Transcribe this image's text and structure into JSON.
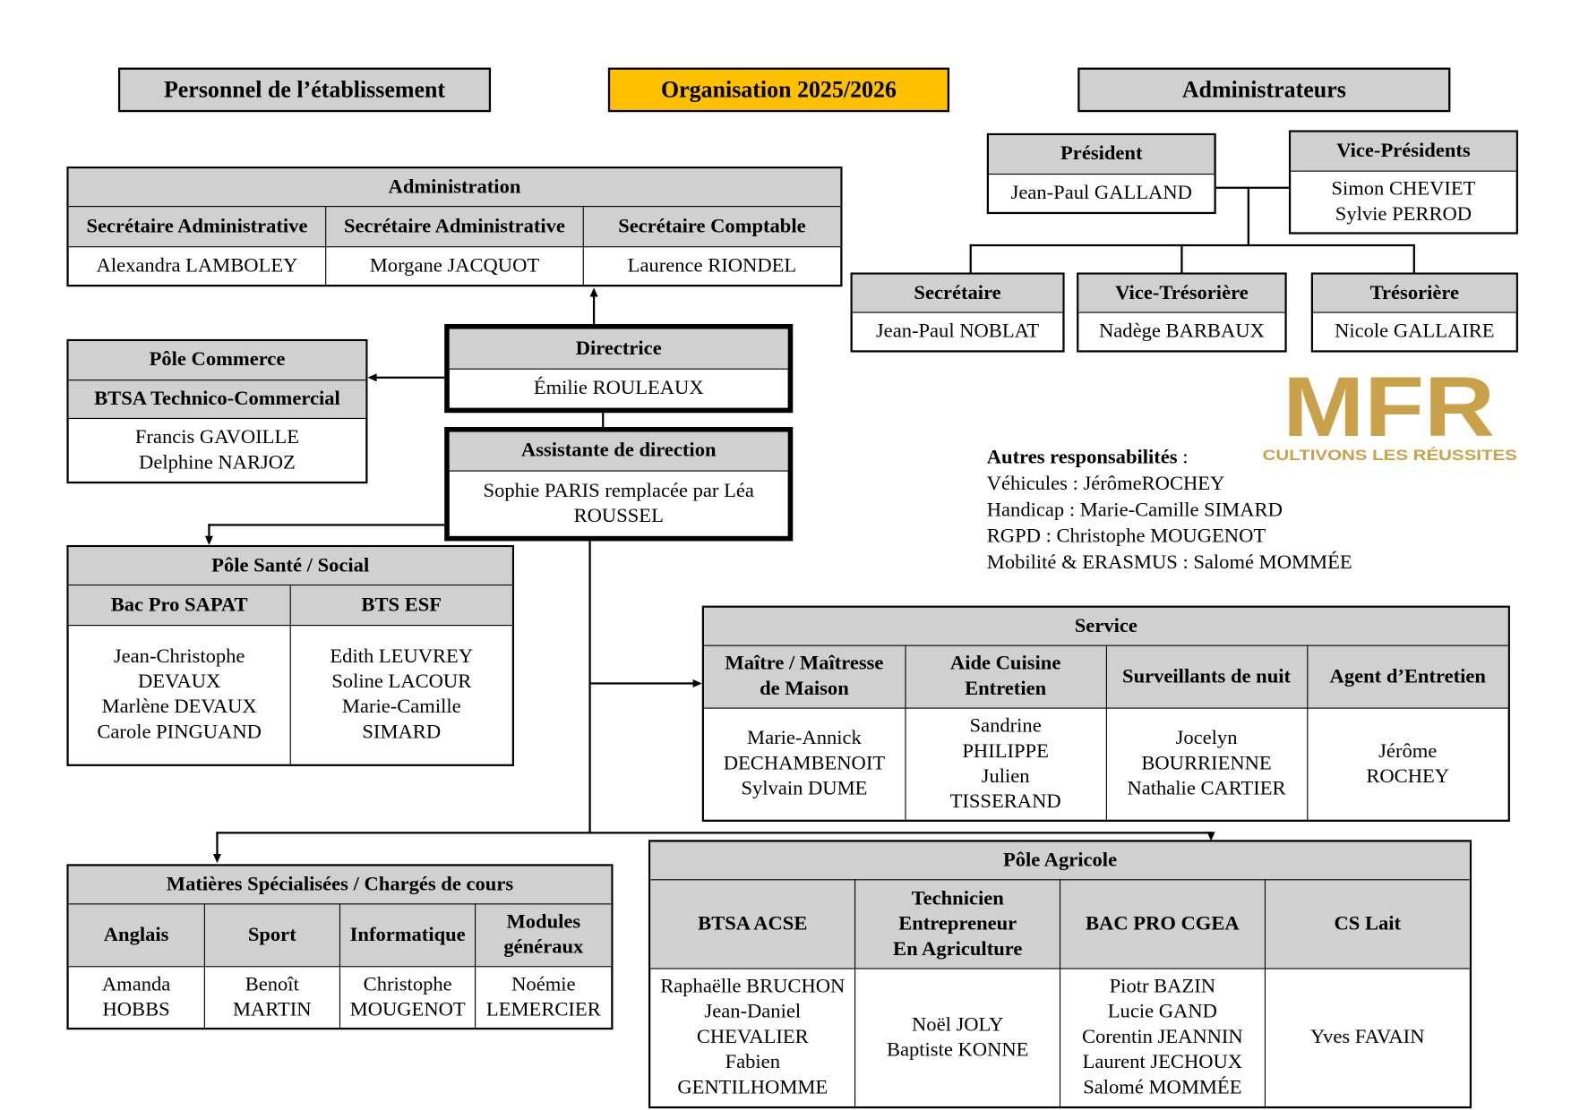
{
  "headers": {
    "personnel": "Personnel de l’établissement",
    "organisation": "Organisation 2025/2026",
    "administrateurs": "Administrateurs"
  },
  "colors": {
    "header_grey": "#d0d0d0",
    "organisation_yellow": "#ffc000",
    "logo_gold": "#c9a14a"
  },
  "board": {
    "president": {
      "title": "Président",
      "names": "Jean-Paul GALLAND"
    },
    "vice_presidents": {
      "title": "Vice-Présidents",
      "names": [
        "Simon CHEVIET",
        "Sylvie PERROD"
      ]
    },
    "secretaire": {
      "title": "Secrétaire",
      "names": "Jean-Paul NOBLAT"
    },
    "vice_tresoriere": {
      "title": "Vice-Trésorière",
      "names": "Nadège BARBAUX"
    },
    "tresoriere": {
      "title": "Trésorière",
      "names": "Nicole GALLAIRE"
    }
  },
  "administration": {
    "title": "Administration",
    "roles": [
      {
        "title": "Secrétaire Administrative",
        "name": "Alexandra LAMBOLEY"
      },
      {
        "title": "Secrétaire Administrative",
        "name": "Morgane JACQUOT"
      },
      {
        "title": "Secrétaire Comptable",
        "name": "Laurence RIONDEL"
      }
    ]
  },
  "directrice": {
    "title": "Directrice",
    "name": "Émilie ROULEAUX"
  },
  "assistante": {
    "title": "Assistante de direction",
    "name": "Sophie PARIS remplacée par Léa ROUSSEL"
  },
  "pole_commerce": {
    "title": "Pôle Commerce",
    "program": "BTSA Technico-Commercial",
    "names": [
      "Francis GAVOILLE",
      "Delphine NARJOZ"
    ]
  },
  "pole_sante": {
    "title": "Pôle Santé / Social",
    "columns": [
      {
        "title": "Bac Pro SAPAT",
        "names": [
          "Jean-Christophe DEVAUX",
          "Marlène DEVAUX",
          "Carole PINGUAND"
        ]
      },
      {
        "title": "BTS ESF",
        "names": [
          "Edith LEUVREY",
          "Soline LACOUR",
          "Marie-Camille",
          "SIMARD"
        ]
      }
    ]
  },
  "service": {
    "title": "Service",
    "columns": [
      {
        "title": [
          "Maître / Maîtresse",
          "de Maison"
        ],
        "names": [
          "Marie-Annick",
          "DECHAMBENOIT",
          "Sylvain DUME"
        ]
      },
      {
        "title": [
          "Aide Cuisine",
          "Entretien"
        ],
        "names": [
          "Sandrine",
          "PHILIPPE",
          "Julien",
          "TISSERAND"
        ]
      },
      {
        "title": [
          "Surveillants de nuit"
        ],
        "names": [
          "Jocelyn BOURRIENNE",
          "Nathalie CARTIER"
        ]
      },
      {
        "title": [
          "Agent d’Entretien"
        ],
        "names": [
          "Jérôme",
          "ROCHEY"
        ]
      }
    ]
  },
  "matieres": {
    "title": "Matières Spécialisées / Chargés de cours",
    "columns": [
      {
        "title": [
          "Anglais"
        ],
        "names": [
          "Amanda",
          "HOBBS"
        ]
      },
      {
        "title": [
          "Sport"
        ],
        "names": [
          "Benoît",
          "MARTIN"
        ]
      },
      {
        "title": [
          "Informatique"
        ],
        "names": [
          "Christophe",
          "MOUGENOT"
        ]
      },
      {
        "title": [
          "Modules",
          "généraux"
        ],
        "names": [
          "Noémie",
          "LEMERCIER"
        ]
      }
    ]
  },
  "pole_agricole": {
    "title": "Pôle Agricole",
    "columns": [
      {
        "title": [
          "BTSA ACSE"
        ],
        "names": [
          "Raphaëlle BRUCHON",
          "Jean-Daniel CHEVALIER",
          "Fabien GENTILHOMME"
        ]
      },
      {
        "title": [
          "Technicien",
          "Entrepreneur",
          "En Agriculture"
        ],
        "names": [
          "Noël JOLY",
          "Baptiste KONNE"
        ]
      },
      {
        "title": [
          "BAC PRO CGEA"
        ],
        "names": [
          "Piotr BAZIN",
          "Lucie GAND",
          "Corentin JEANNIN",
          "Laurent JECHOUX",
          "Salomé MOMMÉE"
        ]
      },
      {
        "title": [
          "CS Lait"
        ],
        "names": [
          "Yves FAVAIN"
        ]
      }
    ]
  },
  "autres": {
    "title": "Autres responsabilités",
    "sep": " :",
    "items": [
      "Véhicules : JérômeROCHEY",
      "Handicap : Marie-Camille SIMARD",
      "RGPD : Christophe MOUGENOT",
      "Mobilité & ERASMUS : Salomé MOMMÉE"
    ]
  },
  "logo": {
    "text": "MFR",
    "tagline": "CULTIVONS LES RÉUSSITES"
  }
}
